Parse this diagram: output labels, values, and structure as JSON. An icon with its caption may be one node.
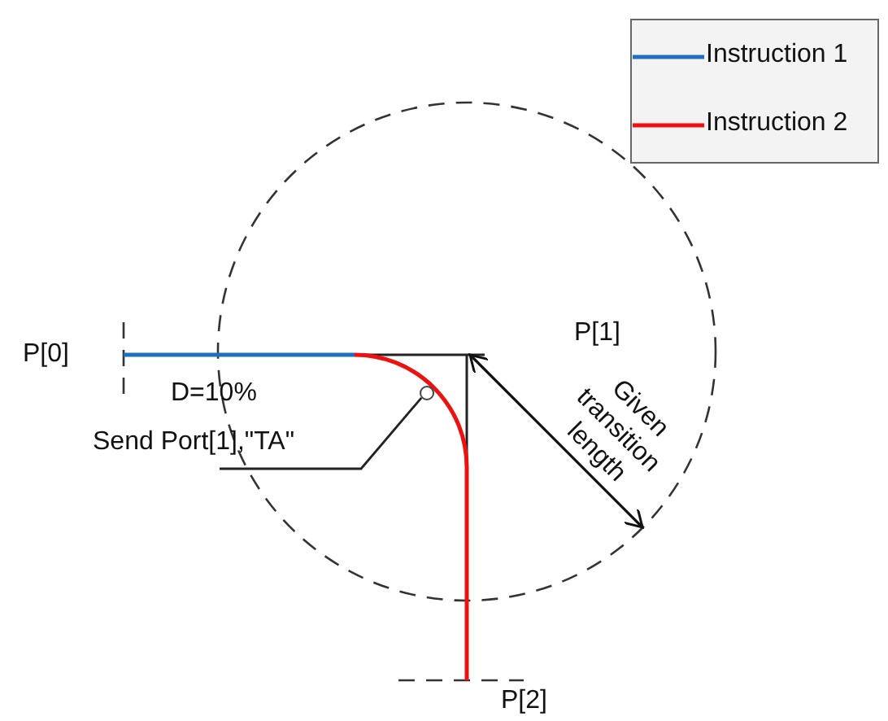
{
  "diagram": {
    "nodes": [
      {
        "text": [
          "Send Port[1],\"TA\""
        ]
      },
      {
        "text": [],
        "shape": "circle"
      }
    ],
    "edges": [
      {
        "from": 0,
        "to": 1,
        "arrow": "none"
      }
    ],
    "labels": [
      "P[0]",
      "P[1]",
      "Given transition length",
      "D=10%",
      "P[2]"
    ],
    "legend": [
      {
        "text": "Instruction 1"
      },
      {
        "text": "Instruction 2"
      }
    ]
  }
}
